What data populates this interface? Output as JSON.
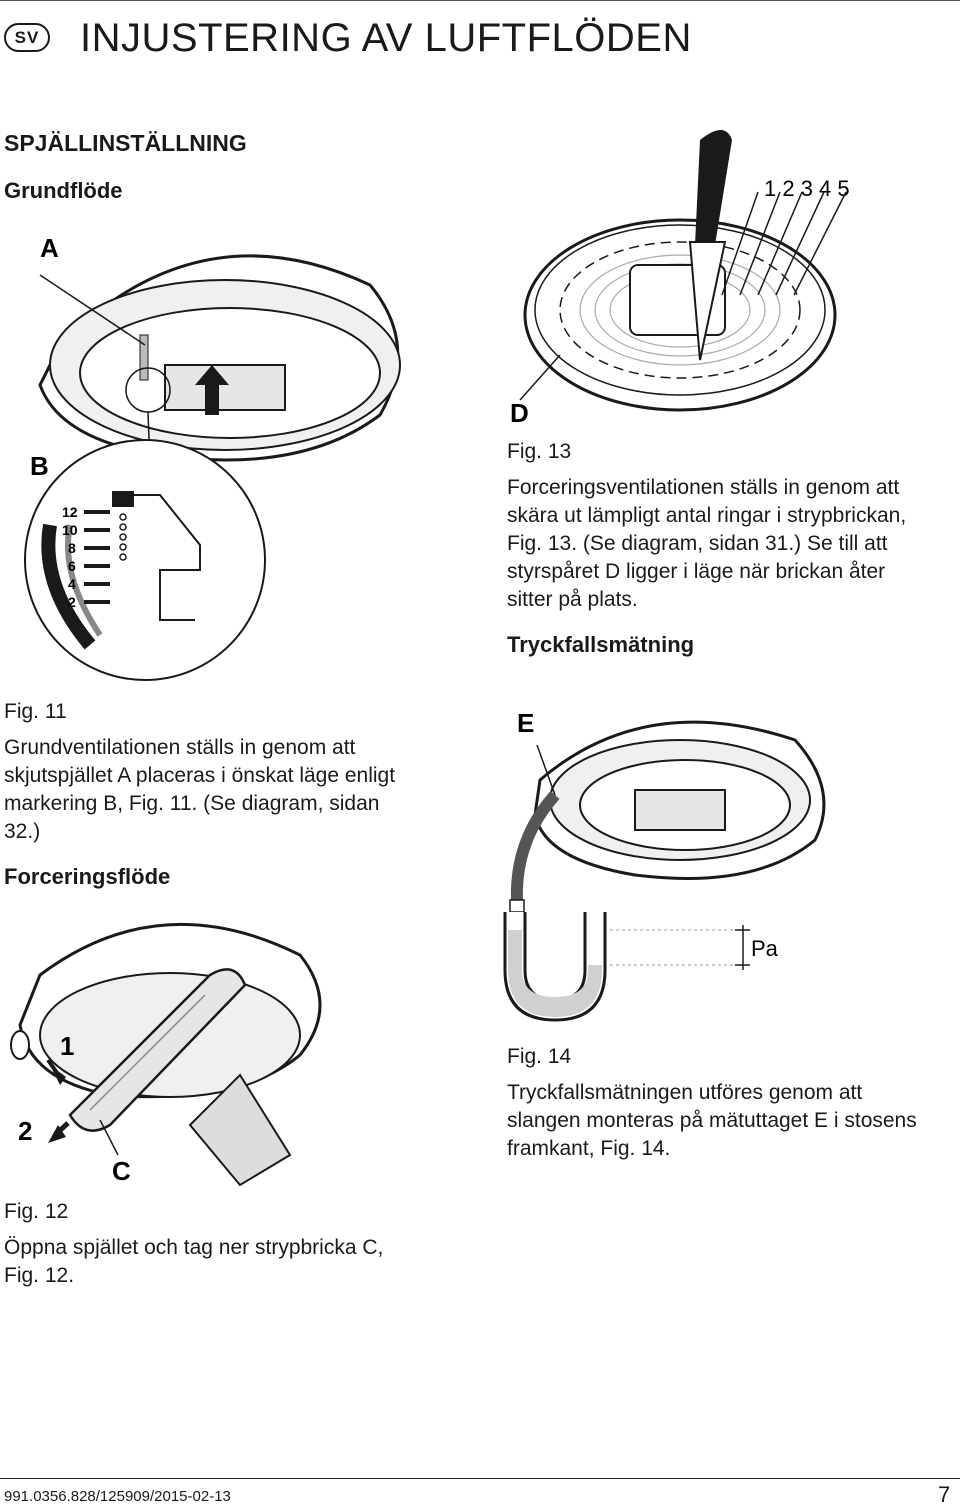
{
  "header": {
    "lang_badge": "SV",
    "title": "INJUSTERING AV LUFTFLÖDEN"
  },
  "section": {
    "heading": "SPJÄLLINSTÄLLNING",
    "grundflode_heading": "Grundflöde",
    "forceringsflode_heading": "Forceringsflöde",
    "tryckfall_heading": "Tryckfallsmätning"
  },
  "fig11": {
    "label": "Fig. 11",
    "text_lines": [
      "Grundventilationen ställs in genom att",
      "skjutspjället A placeras i önskat läge enligt",
      "markering B, Fig. 11. (Se diagram, sidan",
      "32.)"
    ],
    "callouts": {
      "a": "A",
      "b": "B"
    },
    "scale": [
      "12",
      "10",
      "8",
      "6",
      "4",
      "2"
    ]
  },
  "fig12": {
    "label": "Fig. 12",
    "text_lines": [
      "Öppna spjället och tag ner strypbricka C,",
      "Fig. 12."
    ],
    "callouts": {
      "c": "C",
      "step1": "1",
      "step2": "2"
    }
  },
  "fig13": {
    "label": "Fig. 13",
    "text_lines": [
      "Forceringsventilationen ställs in genom att",
      "skära ut lämpligt antal ringar i strypbrickan,",
      "Fig. 13. (Se diagram, sidan 31.) Se till att",
      "styrspåret D ligger i läge när brickan åter",
      "sitter på plats."
    ],
    "callouts": {
      "d": "D",
      "rings": "1 2 3 4 5"
    }
  },
  "fig14": {
    "label": "Fig. 14",
    "text_lines": [
      "Tryckfallsmätningen utföres genom att",
      "slangen monteras på mätuttaget E i stosens",
      "framkant, Fig. 14."
    ],
    "callouts": {
      "e": "E",
      "pa": "Pa"
    }
  },
  "footer": {
    "code": "991.0356.828/125909/2015-02-13",
    "page_number": "7"
  },
  "colors": {
    "ink": "#1a1a1a",
    "shade": "#b8b8b8",
    "hose": "#555555"
  }
}
